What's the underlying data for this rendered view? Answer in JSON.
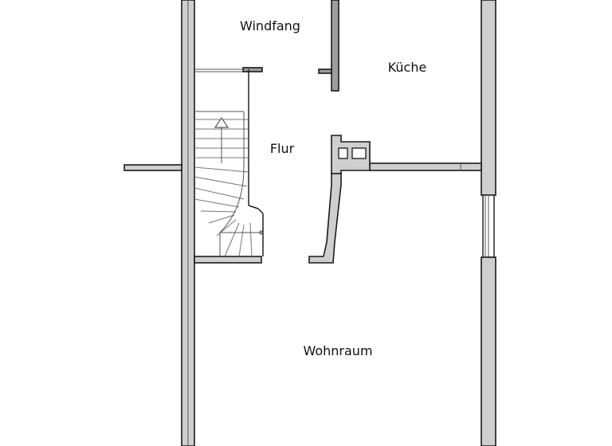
{
  "floorplan": {
    "rooms": [
      {
        "id": "windfang",
        "label": "Windfang"
      },
      {
        "id": "kueche",
        "label": "Küche"
      },
      {
        "id": "flur",
        "label": "Flur"
      },
      {
        "id": "wohnraum",
        "label": "Wohnraum"
      }
    ],
    "colors": {
      "wall_fill": "#cfcfcf",
      "wall_outline": "#1a1a1a",
      "background": "#ffffff"
    }
  }
}
